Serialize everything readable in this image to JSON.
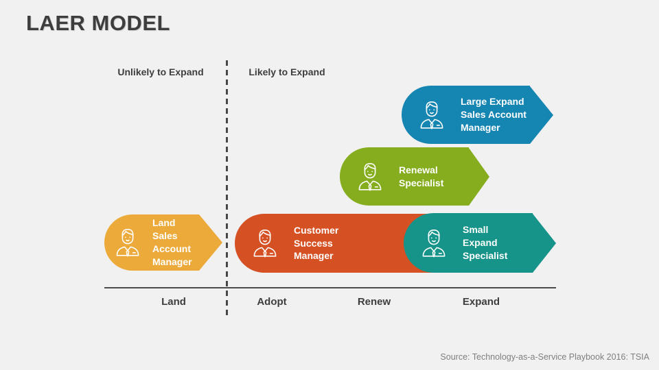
{
  "title": "LAER MODEL",
  "quadrants": {
    "left_label": "Unlikely to Expand",
    "right_label": "Likely to Expand"
  },
  "axis": {
    "stages": [
      "Land",
      "Adopt",
      "Renew",
      "Expand"
    ]
  },
  "roles": [
    {
      "id": "large-expand-sales-account-manager",
      "label": "Large Expand\nSales Account\nManager",
      "color": "#1585b2",
      "stage": "Expand",
      "icon": "person-icon"
    },
    {
      "id": "renewal-specialist",
      "label": "Renewal\nSpecialist",
      "color": "#85ad1e",
      "stage": "Renew",
      "icon": "person-icon"
    },
    {
      "id": "land-sales-account-manager",
      "label": "Land Sales\nAccount\nManager",
      "color": "#ecaa3a",
      "stage": "Land",
      "icon": "person-icon"
    },
    {
      "id": "customer-success-manager",
      "label": "Customer\nSuccess\nManager",
      "color": "#d55124",
      "stage": "Adopt",
      "icon": "person-icon"
    },
    {
      "id": "small-expand-specialist",
      "label": "Small\nExpand\nSpecialist",
      "color": "#17948a",
      "stage": "Expand",
      "icon": "person-icon"
    }
  ],
  "source": "Source: Technology-as-a-Service Playbook 2016: TSIA",
  "colors": {
    "background": "#f1f1f1",
    "text_dark": "#3d3d3d",
    "axis_line": "#4a4a4a",
    "source_text": "#7f7f7f"
  }
}
